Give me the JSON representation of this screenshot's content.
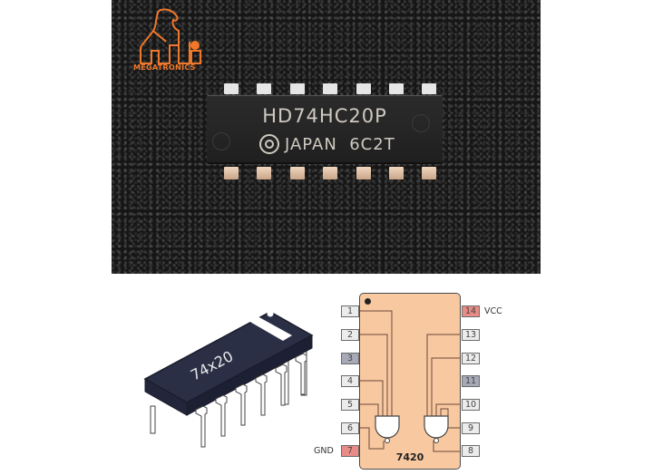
{
  "photo": {
    "logo": {
      "icon": "megatronics-logo-icon",
      "text": "MEGATRONICS",
      "color": "#f0782a"
    },
    "chip": {
      "marking_line1": "HD74HC20P",
      "marking_line2_logo": "hitachi-logo-icon",
      "marking_line2": "JAPAN  6C2T",
      "pin_count_per_side": 7,
      "top_pin_color": "#e6e6e6",
      "bottom_pin_color": "#e0c0a4"
    }
  },
  "illustration": {
    "label": "74x20",
    "body_color": "#2b2f45",
    "pins_per_side": 7
  },
  "pinout": {
    "ic_name": "7420",
    "body_color": "#f8c8a0",
    "left_pins": [
      {
        "num": "1",
        "type": "io"
      },
      {
        "num": "2",
        "type": "io"
      },
      {
        "num": "3",
        "type": "nc"
      },
      {
        "num": "4",
        "type": "io"
      },
      {
        "num": "5",
        "type": "io"
      },
      {
        "num": "6",
        "type": "io"
      },
      {
        "num": "7",
        "type": "power",
        "label": "GND"
      }
    ],
    "right_pins": [
      {
        "num": "14",
        "type": "power",
        "label": "VCC"
      },
      {
        "num": "13",
        "type": "io"
      },
      {
        "num": "12",
        "type": "io"
      },
      {
        "num": "11",
        "type": "nc"
      },
      {
        "num": "10",
        "type": "io"
      },
      {
        "num": "9",
        "type": "io"
      },
      {
        "num": "8",
        "type": "io"
      }
    ],
    "colors": {
      "io": "#ececec",
      "nc": "#a7a9b6",
      "power": "#e98b86"
    },
    "gates": [
      "nand4-gate-1",
      "nand4-gate-2"
    ]
  }
}
